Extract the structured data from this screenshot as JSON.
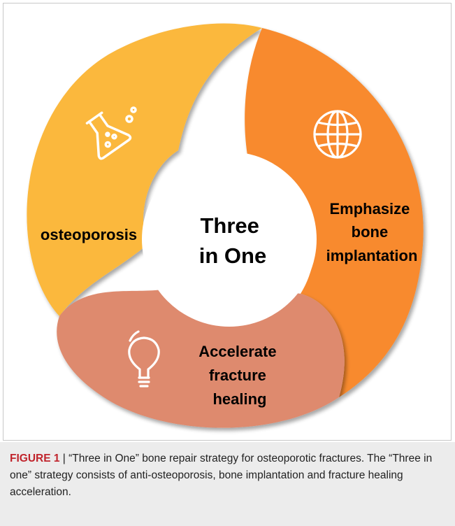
{
  "diagram": {
    "center_title": [
      "Three",
      "in One"
    ],
    "segments": [
      {
        "id": "left",
        "label_lines": [
          "osteoporosis"
        ],
        "color": "#fbb83e",
        "icon": "flask-icon"
      },
      {
        "id": "right",
        "label_lines": [
          "Emphasize",
          "bone",
          "implantation"
        ],
        "color": "#f88a2e",
        "icon": "globe-icon"
      },
      {
        "id": "bottom",
        "label_lines": [
          "Accelerate",
          "fracture",
          "healing"
        ],
        "color": "#de8a6e",
        "icon": "lightbulb-icon"
      }
    ]
  },
  "caption": {
    "figure_label": "FIGURE 1",
    "separator": " | ",
    "text": "“Three in One” bone repair strategy for osteoporotic fractures. The “Three in one” strategy consists of anti-osteoporosis, bone implantation and fracture healing acceleration."
  }
}
